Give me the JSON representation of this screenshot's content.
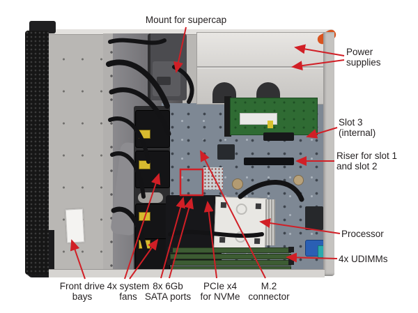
{
  "figure": {
    "type": "annotated-server-internal-photo",
    "chassis_colors": {
      "metal": "#c9c7c4",
      "bezel": "#161616",
      "motherboard": "#7e8894",
      "raid_card": "#2f6b33",
      "heatsink": "#e8e7e3",
      "vga": "#2a5fb4",
      "fan_tag": "#d7ba2f"
    }
  },
  "annotation_style": {
    "arrow_color": "#d11f26",
    "text_color": "#231f20"
  },
  "callouts": {
    "mount_supercap": {
      "text": "Mount for supercap"
    },
    "power_supplies": {
      "line1": "Power",
      "line2": "supplies"
    },
    "slot3_internal": {
      "line1": "Slot 3",
      "line2": "(internal)"
    },
    "riser_slots": {
      "line1": "Riser for slot 1",
      "line2": "and slot 2"
    },
    "processor": {
      "text": "Processor"
    },
    "udimms": {
      "text": "4x UDIMMs"
    },
    "front_drive_bays": {
      "line1": "Front drive",
      "line2": "bays"
    },
    "system_fans": {
      "line1": "4x system",
      "line2": "fans"
    },
    "sata_ports": {
      "line1": "8x 6Gb",
      "line2": "SATA ports"
    },
    "pcie_nvme": {
      "line1": "PCIe x4",
      "line2": "for NVMe"
    },
    "m2_connector": {
      "line1": "M.2",
      "line2": "connector"
    }
  }
}
